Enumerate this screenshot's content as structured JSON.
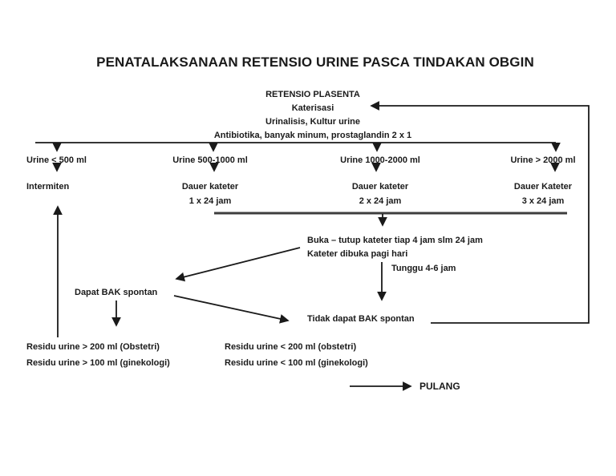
{
  "title": "PENATALAKSANAAN RETENSIO URINE PASCA TINDAKAN OBGIN",
  "center_block": {
    "line1": "RETENSIO PLASENTA",
    "line2": "Katerisasi",
    "line3": "Urinalisis, Kultur urine",
    "line4": "Antibiotika, banyak minum, prostaglandin 2 x 1"
  },
  "columns": [
    {
      "urine": "Urine < 500 ml",
      "treatment": "Intermiten",
      "duration": ""
    },
    {
      "urine": "Urine 500-1000 ml",
      "treatment": "Dauer kateter",
      "duration": "1 x 24 jam"
    },
    {
      "urine": "Urine 1000-2000 ml",
      "treatment": "Dauer kateter",
      "duration": "2 x 24 jam"
    },
    {
      "urine": "Urine > 2000 ml",
      "treatment": "Dauer Kateter",
      "duration": "3 x 24 jam"
    }
  ],
  "middle": {
    "buka": "Buka – tutup kateter tiap 4 jam slm 24 jam",
    "kateter": "Kateter dibuka pagi hari",
    "tunggu": "Tunggu 4-6 jam"
  },
  "outcomes": {
    "dapat": "Dapat BAK spontan",
    "tidak": "Tidak dapat BAK spontan"
  },
  "residu": {
    "left": [
      "Residu urine > 200 ml (Obstetri)",
      "Residu urine > 100 ml (ginekologi)"
    ],
    "right": [
      "Residu urine < 200 ml (obstetri)",
      "Residu urine < 100 ml (ginekologi)"
    ]
  },
  "pulang": "PULANG",
  "colors": {
    "ink": "#1a1a1a",
    "collector_line": "#3d3d3d",
    "background": "#ffffff"
  }
}
